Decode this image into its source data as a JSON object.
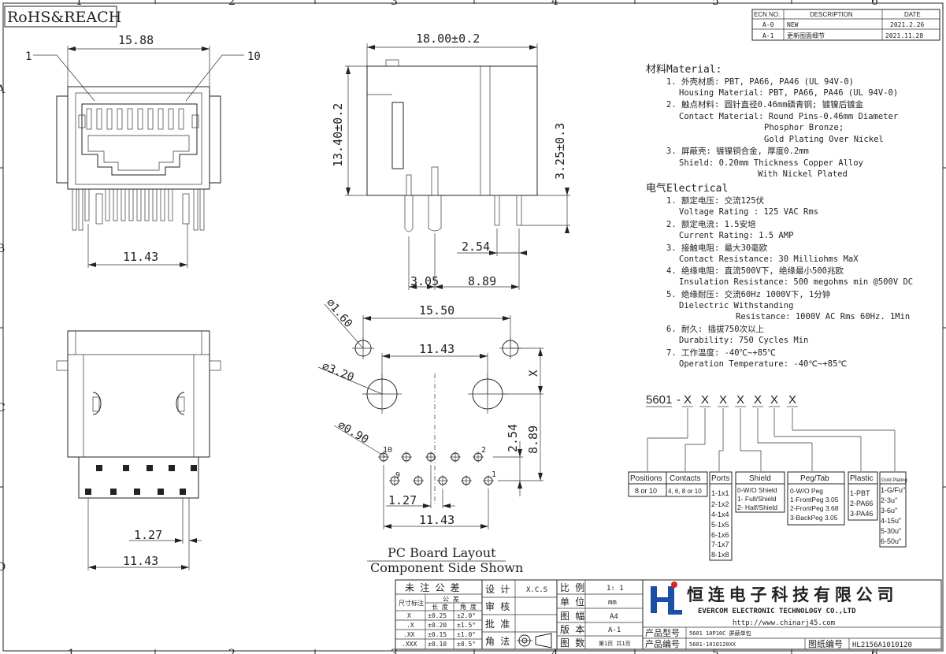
{
  "border": {
    "top_numbers": [
      "1",
      "2",
      "3",
      "4",
      "5",
      "6"
    ],
    "bottom_numbers": [
      "1",
      "2",
      "3",
      "4",
      "5",
      "6"
    ],
    "side_letters": [
      "A",
      "B",
      "C",
      "D"
    ]
  },
  "rohs": "RoHS&REACH",
  "revision": {
    "headers": [
      "ECN NO.",
      "DESCRIPTION",
      "DATE"
    ],
    "rows": [
      {
        "ecn": "A-0",
        "desc": "NEW",
        "date": "2021.2.26"
      },
      {
        "ecn": "A-1",
        "desc": "更新图面细节",
        "date": "2021.11.28"
      }
    ]
  },
  "dimensions": {
    "front_width": "15.88",
    "front_pin1": "1",
    "front_pin10": "10",
    "front_pitch": "11.43",
    "side_width": "18.00±0.2",
    "side_height": "13.40±0.2",
    "side_pin_len": "3.25±0.3",
    "side_pitch": "2.54",
    "side_offset": "3.05",
    "side_span": "8.89",
    "bottom_pitch": "1.27",
    "bottom_span": "11.43",
    "pcb_width": "15.50",
    "pcb_holes": "11.43",
    "pcb_x": "X",
    "pcb_254": "2.54",
    "pcb_889": "8.89",
    "pcb_127": "1.27",
    "pcb_span": "11.43",
    "dia_160": "⌀1.60",
    "dia_320": "⌀3.20",
    "dia_090": "⌀0.90",
    "pin_10": "10",
    "pin_9": "9",
    "pin_2": "2",
    "pin_1": "1"
  },
  "pcb_layout_title": "PC Board Layout",
  "pcb_layout_subtitle": "Component Side Shown",
  "material": {
    "heading": "材料Material:",
    "lines": [
      "1. 外壳材质: PBT, PA66, PA46 (UL 94V-0)",
      "Housing Material: PBT, PA66, PA46 (UL 94V-0)",
      "2. 触点材料: 圆针直径0.46mm磷青铜; 镀镍后镀金",
      "Contact Material: Round Pins-0.46mm Diameter",
      "Phosphor Bronze;",
      "Gold Plating Over Nickel",
      "3. 屏蔽壳: 镀镍铜合金, 厚度0.2mm",
      "Shield: 0.20mm Thickness Copper Alloy",
      "With Nickel Plated"
    ]
  },
  "electrical": {
    "heading": "电气Electrical",
    "lines": [
      "1. 额定电压: 交流125伏",
      "Voltage Rating : 125 VAC Rms",
      "2. 额定电流: 1.5安培",
      "Current Rating: 1.5 AMP",
      "3. 接触电阻: 最大30毫欧",
      "Contact Resistance: 30 Milliohms MaX",
      "4. 绝缘电阻: 直流500V下, 绝缘最小500兆欧",
      "Insulation Resistance: 500 megohms min @500V DC",
      "5. 绝缘耐压: 交流60Hz 1000V下, 1分钟",
      "Dielectric Withstanding",
      "Resistance: 1000V AC Rms 60Hz. 1Min",
      "6. 耐久: 插拔750次以上",
      "Durability: 750 Cycles Min",
      "7. 工作温度: -40℃~+85℃",
      "Operation Temperature: -40℃~+85℃"
    ]
  },
  "part_code": {
    "prefix": "5601",
    "dash": "-",
    "placeholder": "X",
    "boxes": [
      {
        "title": "Positions",
        "options": [
          "8 or 10"
        ]
      },
      {
        "title": "Contacts",
        "options": [
          "4, 6, 8 or 10"
        ]
      },
      {
        "title": "Ports",
        "options": [
          "1-1x1",
          "2-1x2",
          "4-1x4",
          "5-1x5",
          "6-1x6",
          "7-1x7",
          "8-1x8"
        ]
      },
      {
        "title": "Shield",
        "options": [
          "0-W/O Shield",
          "1- Full/Shield",
          "2- Half/Shield"
        ]
      },
      {
        "title": "Peg/Tab",
        "options": [
          "0-W/O Peg",
          "1-FrontPeg 3.05",
          "2-FrontPeg 3.68",
          "3-BackPeg 3.05"
        ]
      },
      {
        "title": "Plastic",
        "options": [
          "1-PBT",
          "2-PA66",
          "3-PA46"
        ]
      },
      {
        "title": "Gold Plating",
        "options": [
          "1-G/Fu\"",
          "2-3u\"",
          "3-6u\"",
          "4-15u\"",
          "5-30u\"",
          "6-50u\""
        ]
      }
    ]
  },
  "title_block": {
    "tolerance_title": "未 注 公 差",
    "size_label": "尺寸标注",
    "tol_header": "公   差",
    "length_label": "长 度",
    "angle_label": "角 度",
    "tol_rows": [
      {
        "size": "X",
        "len": "±0.25",
        "ang": "±2.0°"
      },
      {
        "size": ".X",
        "len": "±0.20",
        "ang": "±1.5°"
      },
      {
        "size": ".XX",
        "len": "±0.15",
        "ang": "±1.0°"
      },
      {
        "size": ".XXX",
        "len": "±0.10",
        "ang": "±0.5°"
      }
    ],
    "design_label": "设 计",
    "designer": "X.C.S",
    "review_label": "审 核",
    "approve_label": "批 准",
    "projection_label": "角 法",
    "scale_label": "比 例",
    "scale_value": "1: 1",
    "unit_label": "单 位",
    "unit_value": "mm",
    "sheet_label": "图 幅",
    "sheet_value": "A4",
    "version_label": "版 本",
    "version_value": "A-1",
    "pages_label": "图 数",
    "pages_value": "第1页 共1页",
    "company_logo": "H",
    "company_cn": "恒 连 电 子 科 技 有 限 公 司",
    "company_en": "EVERCOM ELECTRONIC TECHNOLOGY CO.,LTD",
    "company_url": "http://www.chinarj45.com",
    "model_label": "产品型号",
    "model_value": "5601 10P10C 屏蔽单包",
    "number_label": "产品编号",
    "number_value": "5601-1010120XX",
    "drawing_label": "图纸编号",
    "drawing_value": "HL2156A1010120"
  },
  "colors": {
    "logo_red": "#d22222",
    "logo_blue": "#1c4fa8",
    "line": "#222222"
  }
}
